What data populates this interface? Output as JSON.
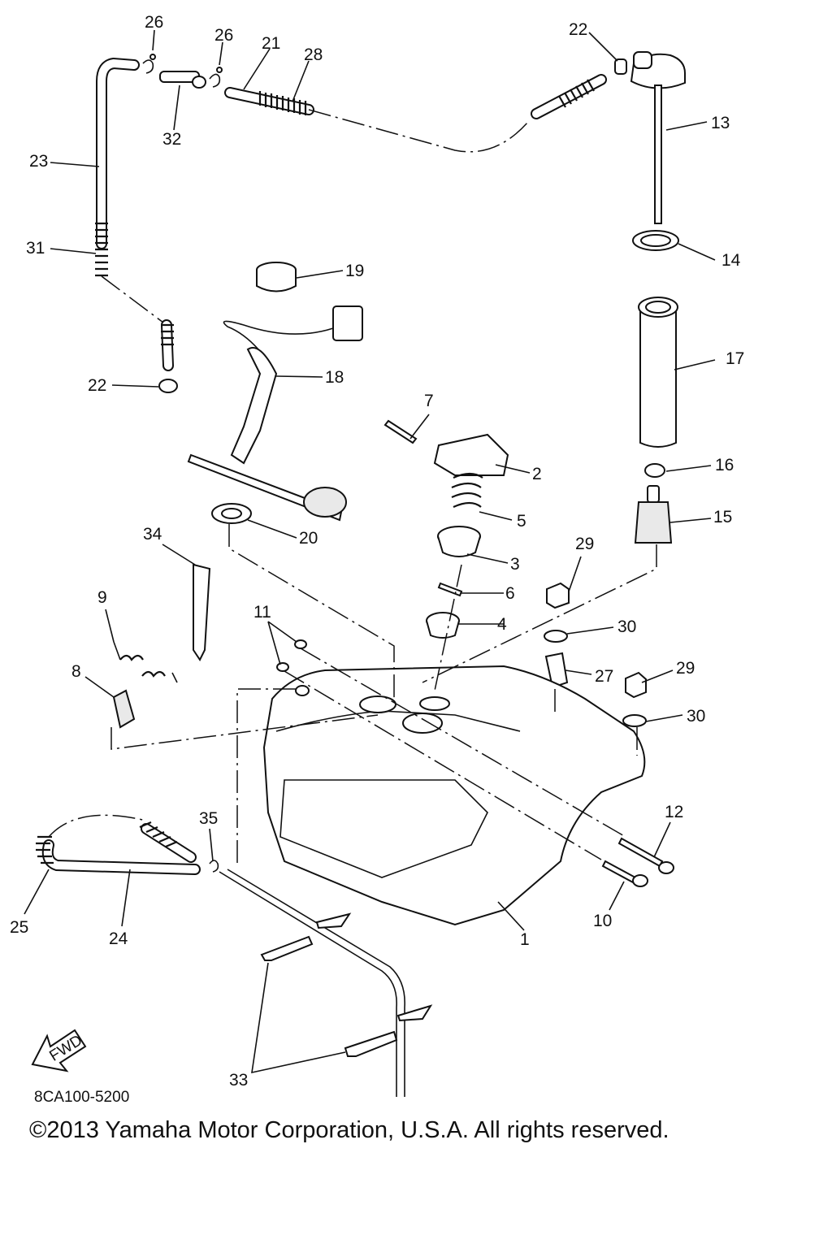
{
  "diagram": {
    "code": "8CA100-5200",
    "copyright": "©2013 Yamaha Motor Corporation, U.S.A. All rights reserved.",
    "fwd_label": "FWD",
    "callouts": {
      "c1": "1",
      "c2": "2",
      "c3": "3",
      "c4": "4",
      "c5": "5",
      "c6": "6",
      "c7": "7",
      "c8": "8",
      "c9": "9",
      "c10": "10",
      "c11": "11",
      "c12": "12",
      "c13": "13",
      "c14": "14",
      "c15": "15",
      "c16": "16",
      "c17": "17",
      "c18": "18",
      "c19": "19",
      "c20": "20",
      "c21": "21",
      "c22a": "22",
      "c22b": "22",
      "c23": "23",
      "c24": "24",
      "c25": "25",
      "c26a": "26",
      "c26b": "26",
      "c27": "27",
      "c28": "28",
      "c29a": "29",
      "c29b": "29",
      "c30a": "30",
      "c30b": "30",
      "c31": "31",
      "c32": "32",
      "c33": "33",
      "c34": "34",
      "c35": "35"
    }
  }
}
